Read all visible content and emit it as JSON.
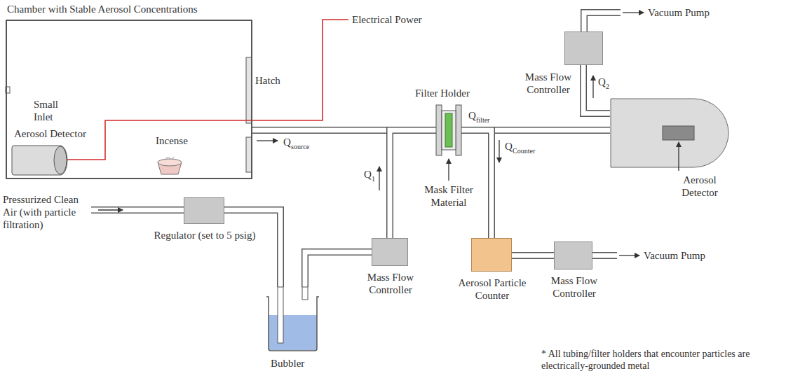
{
  "diagram": {
    "nodes": [
      {
        "text": [
          "Chamber with Stable Aerosol Concentrations"
        ]
      },
      {
        "text": [
          "Aerosol Detector"
        ],
        "in": 0
      },
      {
        "text": [
          "Incense"
        ],
        "in": 0
      },
      {
        "text": [
          "Regulator (set to 5 psig)"
        ]
      },
      {
        "text": [
          "Bubbler"
        ]
      },
      {
        "text": [
          "Mass Flow Controller"
        ]
      },
      {
        "text": [
          "Filter Holder"
        ]
      },
      {
        "text": [
          "Aerosol Particle Counter"
        ]
      },
      {
        "text": [
          "Mass Flow Controller"
        ]
      },
      {
        "text": [
          "Mass Flow Controller"
        ]
      },
      {
        "text": [
          "Aerosol Detector"
        ]
      }
    ],
    "edges": [
      {
        "from": 0,
        "to": 6,
        "arrow": "none"
      },
      {
        "from": 5,
        "to": 6,
        "arrow": "none"
      },
      {
        "from": 3,
        "to": 4,
        "arrow": "none"
      },
      {
        "from": 4,
        "to": 5,
        "arrow": "none"
      },
      {
        "from": 6,
        "to": 10,
        "arrow": "none"
      },
      {
        "from": 6,
        "to": 7,
        "arrow": "none"
      },
      {
        "from": 7,
        "to": 8,
        "arrow": "none"
      },
      {
        "from": 10,
        "to": 9,
        "arrow": "none"
      }
    ],
    "labels": [
      "Small Inlet",
      "Hatch",
      "Electrical Power",
      "Q",
      "source",
      "Pressurized Clean Air (with particle filtration)",
      "Q",
      "1",
      "Mask Filter Material",
      "Q",
      "filter",
      "Q",
      "Counter",
      "Q",
      "2",
      "Vacuum Pump",
      "Vacuum Pump",
      "* All tubing/filter holders that encounter particles are electrically-grounded metal"
    ]
  }
}
